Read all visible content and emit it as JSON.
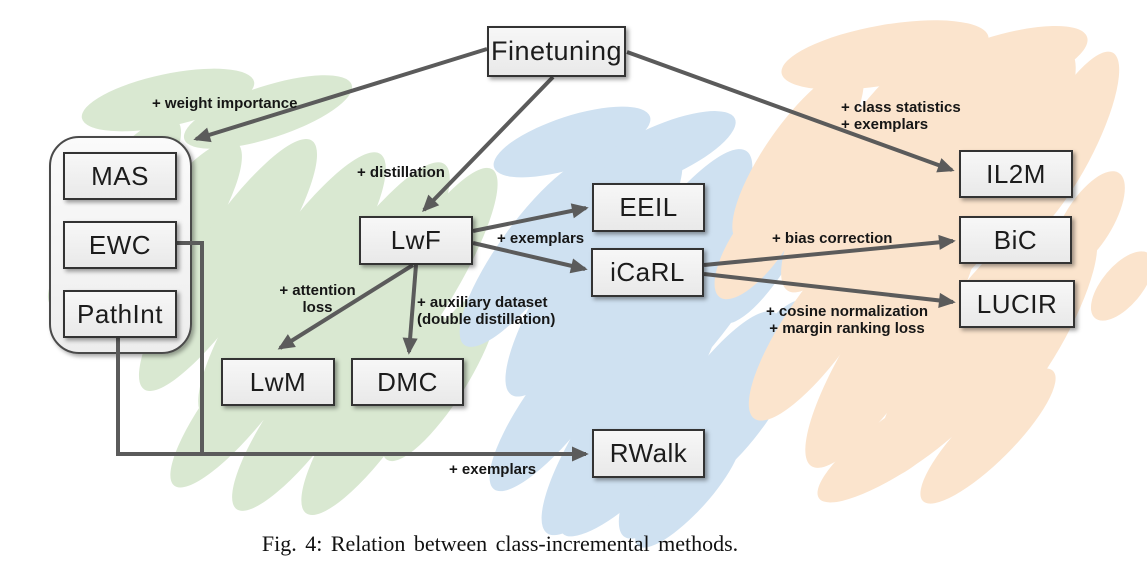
{
  "figure": {
    "caption": "Fig. 4: Relation between class-incremental methods."
  },
  "colors": {
    "region_green": "#d9e8d1",
    "region_blue": "#cfe1f1",
    "region_orange": "#fbe4cd",
    "node_fill": "#e9e9e9",
    "arrow": "#5b5b5b",
    "label_text": "#161616"
  },
  "nodes": {
    "finetuning": {
      "label": "Finetuning"
    },
    "mas": {
      "label": "MAS"
    },
    "ewc": {
      "label": "EWC"
    },
    "pathint": {
      "label": "PathInt"
    },
    "lwf": {
      "label": "LwF"
    },
    "eeil": {
      "label": "EEIL"
    },
    "icarl": {
      "label": "iCaRL"
    },
    "lwm": {
      "label": "LwM"
    },
    "dmc": {
      "label": "DMC"
    },
    "rwalk": {
      "label": "RWalk"
    },
    "il2m": {
      "label": "IL2M"
    },
    "bic": {
      "label": "BiC"
    },
    "lucir": {
      "label": "LUCIR"
    }
  },
  "edge_labels": {
    "weight_importance": "+ weight importance",
    "distillation": "+ distillation",
    "exemplars_mid": "+ exemplars",
    "attention_line1": "+ attention",
    "attention_line2": "loss",
    "auxiliary_line1": "+ auxiliary dataset",
    "auxiliary_line2": "(double distillation)",
    "class_statistics_line1": "+ class statistics",
    "class_statistics_line2": "+ exemplars",
    "bias_correction": "+ bias correction",
    "cosine_line1": "+ cosine normalization",
    "cosine_line2": "+ margin ranking loss",
    "exemplars_bottom": "+ exemplars"
  }
}
